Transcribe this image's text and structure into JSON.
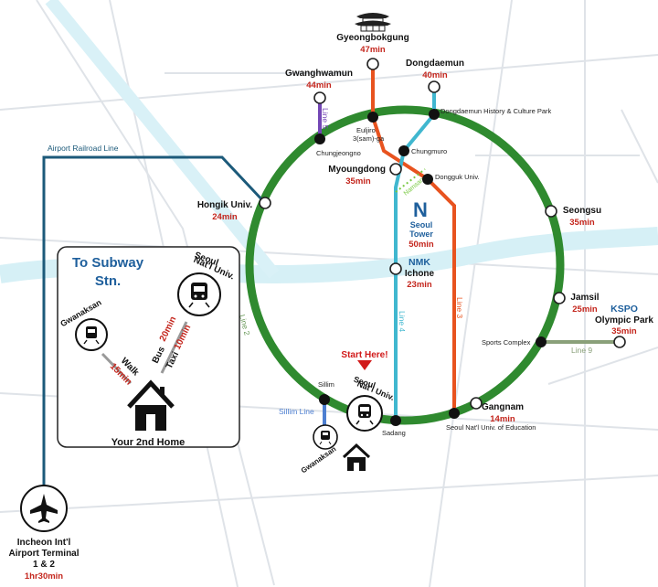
{
  "colors": {
    "line2": "#2f8a2f",
    "line3": "#e8531f",
    "line4": "#40b7cf",
    "line5": "#7447b5",
    "line9": "#8aa07a",
    "airport": "#1c5a7a",
    "sillim": "#4d7fd1",
    "time": "#c4261d",
    "inset_title": "#1e5f9c",
    "start": "#d11a1a"
  },
  "labels": {
    "airport_line": "Airport Railroad Line",
    "line2": "Line 2",
    "line3": "Line 3",
    "line4": "Line 4",
    "line5": "Line 5",
    "line9": "Line 9",
    "sillim_line": "Sillim Line",
    "namsan": "Namsan",
    "start_here": "Start Here!"
  },
  "stations": {
    "gyeongbokgung": {
      "name": "Gyeongbokgung",
      "time": "47min",
      "icon": "palace-icon"
    },
    "gwanghwamun": {
      "name": "Gwanghwamun",
      "time": "44min"
    },
    "dongdaemun": {
      "name": "Dongdaemun",
      "time": "40min"
    },
    "myeongdong": {
      "name": "Myoungdong",
      "time": "35min"
    },
    "hongik": {
      "name": "Hongik Univ.",
      "time": "24min"
    },
    "seongsu": {
      "name": "Seongsu",
      "time": "35min"
    },
    "jamsil": {
      "name": "Jamsil",
      "time": "25min"
    },
    "kspo": {
      "name1": "KSPO",
      "name2": "Olympic Park",
      "time": "35min"
    },
    "gangnam": {
      "name": "Gangnam",
      "time": "14min"
    },
    "nmk": {
      "name1": "NMK",
      "name2": "Ichone",
      "time": "23min"
    },
    "seoul_tower": {
      "glyph": "N",
      "name1": "Seoul",
      "name2": "Tower",
      "time": "50min"
    },
    "airport": {
      "name1": "Incheon Int'l",
      "name2": "Airport Terminal",
      "name3": "1 & 2",
      "time": "1hr30min",
      "icon": "airplane-icon"
    },
    "snu": {
      "name1": "Seoul",
      "name2": "Nat'l Univ."
    },
    "gwanaksan": {
      "name": "Gwanaksan"
    }
  },
  "transfers": {
    "euljiro": "Euljiro\n3(sam)-ga",
    "chungjeongno": "Chungjeongno",
    "chungmuro": "Chungmuro",
    "ddp": "Dongdaemun History & Culture Park",
    "dongguk": "Dongguk Univ.",
    "sports_complex": "Sports Complex",
    "sillim": "Sillim",
    "sadang": "Sadang",
    "edu": "Seoul Nat'l Univ. of Education"
  },
  "inset": {
    "title1": "To Subway",
    "title2": "Stn.",
    "snu1": "Seoul",
    "snu2": "Nat'l Univ.",
    "gwanaksan": "Gwanaksan",
    "walk": "Walk",
    "walk_time": "15min",
    "bus": "Bus",
    "bus_time": "20min",
    "taxi": "Taxi",
    "taxi_time": "10min",
    "home": "Your 2nd Home"
  }
}
